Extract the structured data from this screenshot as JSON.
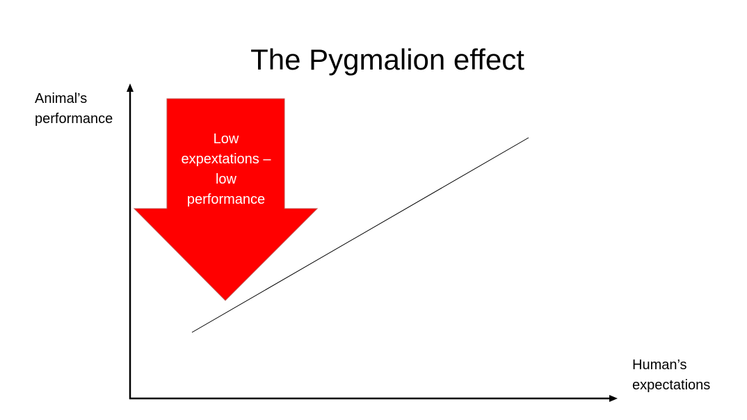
{
  "title": "The Pygmalion effect",
  "y_axis_label": [
    "Animal’s",
    "performance"
  ],
  "x_axis_label": [
    "Human’s",
    "expectations"
  ],
  "arrow_callout": {
    "lines": [
      "Low",
      "expextations –",
      "low",
      "performance"
    ],
    "fill_color": "#ff0000",
    "text_color": "#ffffff"
  },
  "colors": {
    "axis": "#000000",
    "trend_line": "#000000",
    "background": "#ffffff"
  }
}
